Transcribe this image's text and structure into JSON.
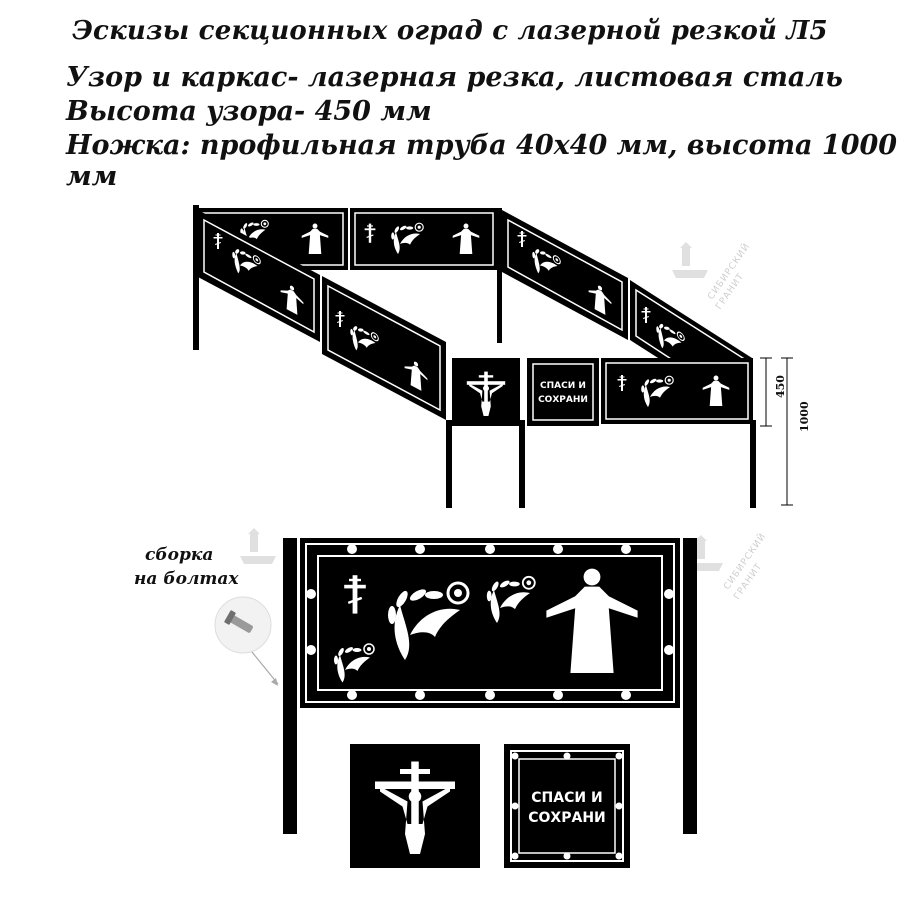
{
  "header": {
    "title": "Эскизы секционных оград с лазерной резкой Л5",
    "spec_lines": [
      "Узор и каркас- лазерная резка, листовая сталь",
      "Высота узора- 450 мм",
      "Ножка: профильная труба 40х40 мм, высота 1000 мм"
    ]
  },
  "dimensions": {
    "pattern_height": "450",
    "leg_height": "1000"
  },
  "assembly_note": {
    "line1": "сборка",
    "line2": "на болтах"
  },
  "plate_text": {
    "line1": "СПАСИ И",
    "line2": "СОХРАНИ"
  },
  "watermark": {
    "line1": "СИБИРСКИЙ",
    "line2": "ГРАНИТ"
  },
  "colors": {
    "metal": "#000000",
    "background": "#ffffff",
    "watermark": "#c9c9c9"
  }
}
